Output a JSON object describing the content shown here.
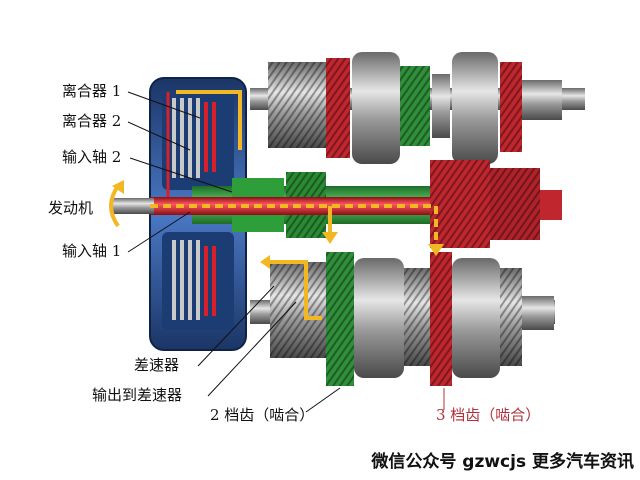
{
  "labels": {
    "clutch1": "离合器 1",
    "clutch2": "离合器 2",
    "input_shaft2": "输入轴 2",
    "engine": "发动机",
    "input_shaft1": "输入轴 1",
    "differential": "差速器",
    "output_to_diff": "输出到差速器",
    "gear2": "2 档齿（啮合）",
    "gear3": "3 档齿（啮合）"
  },
  "watermark": "微信公众号 gzwcjs 更多汽车资讯",
  "colors": {
    "shaft_red": "#d8202a",
    "gear_green": "#2e9e3a",
    "housing_blue": "#2a4f8f",
    "power_flow": "#f2b824",
    "steel": "#b8b8b8",
    "label_red": "#b0303a"
  }
}
